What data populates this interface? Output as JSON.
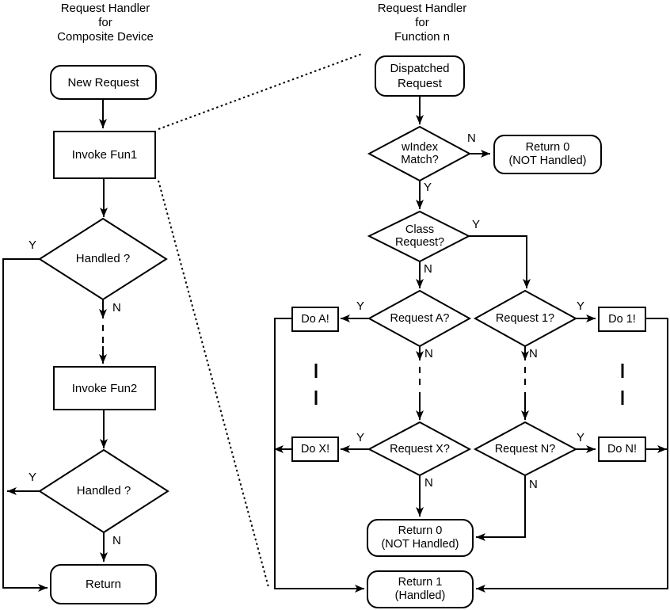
{
  "diagram": {
    "left": {
      "title": "Request Handler\nfor\nComposite Device",
      "new_request": "New Request",
      "invoke_fun1": "Invoke Fun1",
      "handled_1": "Handled ?",
      "invoke_fun2": "Invoke Fun2",
      "handled_2": "Handled ?",
      "return": "Return"
    },
    "right": {
      "title": "Request Handler\nfor\nFunction n",
      "dispatched_request": "Dispatched\nRequest",
      "windex_match": "wIndex\nMatch?",
      "return_0_top": "Return 0\n(NOT Handled)",
      "class_request": "Class\nRequest?",
      "request_a": "Request A?",
      "request_1": "Request 1?",
      "do_a": "Do A!",
      "do_1": "Do 1!",
      "request_x": "Request X?",
      "request_n": "Request N?",
      "do_x": "Do X!",
      "do_n": "Do N!",
      "return_0_bottom": "Return 0\n(NOT Handled)",
      "return_1": "Return 1\n(Handled)"
    },
    "yn": {
      "yes": "Y",
      "no": "N"
    },
    "colors": {
      "line": "#000000",
      "background": "#ffffff"
    }
  }
}
